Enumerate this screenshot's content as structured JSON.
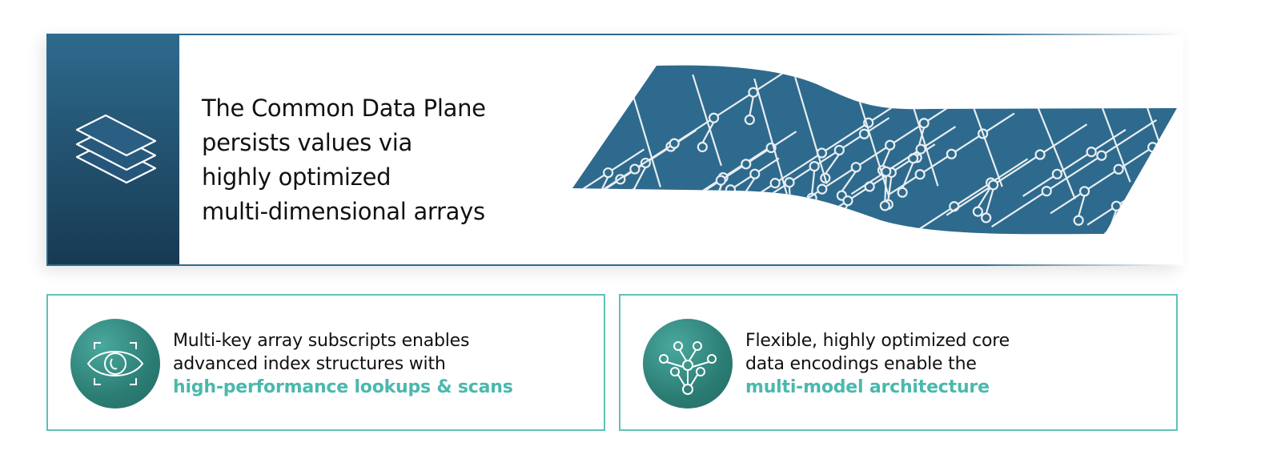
{
  "colors": {
    "blue": "#2e6a8d",
    "teal": "#4bb8ad",
    "border_teal": "#5fc1b5"
  },
  "header": {
    "icon": "layers-icon",
    "lines": [
      "The Common Data Plane",
      "persists values via",
      "highly optimized",
      "multi-dimensional arrays"
    ],
    "graphic": "circuit-wave-icon"
  },
  "cards": [
    {
      "icon": "eye-scan-icon",
      "lines": [
        "Multi-key array subscripts enables",
        "advanced index structures with"
      ],
      "highlight": "high-performance lookups & scans"
    },
    {
      "icon": "node-tree-icon",
      "lines": [
        "Flexible, highly optimized core",
        "data encodings enable the"
      ],
      "highlight": "multi-model architecture"
    }
  ]
}
